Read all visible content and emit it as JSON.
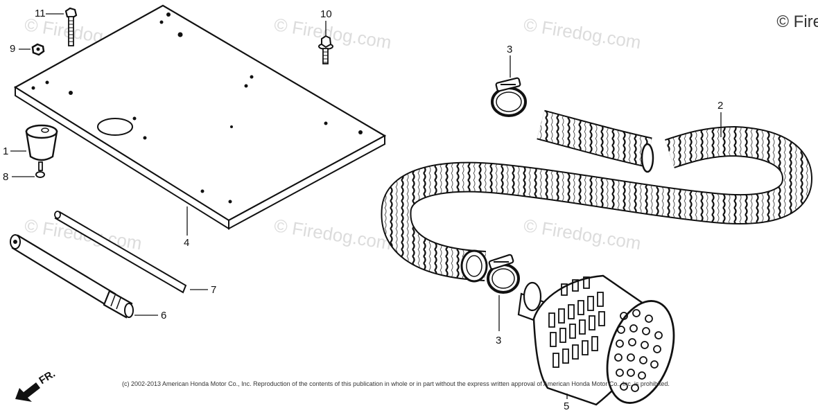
{
  "watermark": {
    "text": "© Firedog.com"
  },
  "copyright_corner": "© Fire",
  "footer_notice": "(c) 2002-2013 American Honda Motor Co., Inc. Reproduction of the contents of this publication in whole or in part without the express written approval of American Honda Motor Co., Inc. is prohibited.",
  "direction_label": "FR.",
  "callouts": {
    "part_1": "1",
    "part_2": "2",
    "part_3_top": "3",
    "part_3_bottom": "3",
    "part_4": "4",
    "part_5": "5",
    "part_6": "6",
    "part_7": "7",
    "part_8": "8",
    "part_9": "9",
    "part_10": "10",
    "part_11": "11"
  }
}
